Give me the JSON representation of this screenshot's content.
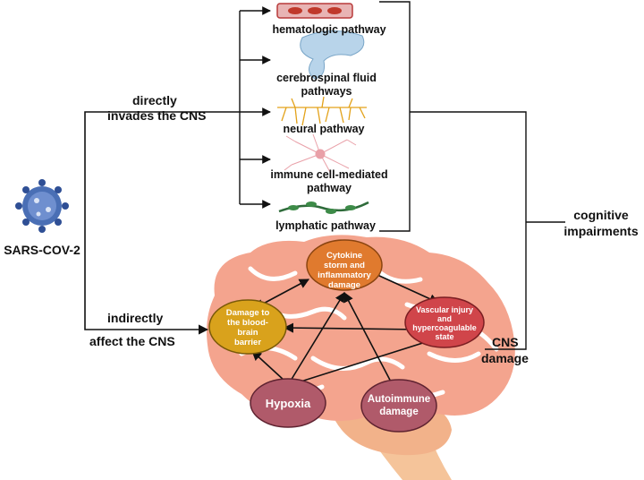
{
  "virus_label": "SARS-COV-2",
  "branch_direct": [
    "directly",
    "invades the CNS"
  ],
  "branch_indirect": [
    "indirectly",
    "affect the CNS"
  ],
  "pathways": [
    {
      "lines": [
        "hematologic pathway"
      ],
      "icon": "blood-vessel-icon"
    },
    {
      "lines": [
        "cerebrospinal fluid",
        "pathways"
      ],
      "icon": "ventricle-icon"
    },
    {
      "lines": [
        "neural pathway"
      ],
      "icon": "neuron-icon"
    },
    {
      "lines": [
        "immune cell-mediated",
        "pathway"
      ],
      "icon": "immune-cell-icon"
    },
    {
      "lines": [
        "lymphatic pathway"
      ],
      "icon": "lymph-vessel-icon"
    }
  ],
  "outcome": [
    "cognitive",
    "impairments"
  ],
  "cns_damage": [
    "CNS",
    "damage"
  ],
  "mechanisms": {
    "cytokine": [
      "Cytokine",
      "storm and",
      "inflammatory",
      "damage"
    ],
    "bbb": [
      "Damage to",
      "the blood-",
      "brain",
      "barrier"
    ],
    "vascular": [
      "Vascular injury",
      "and",
      "hypercoagulable",
      "state"
    ],
    "hypoxia": [
      "Hypoxia"
    ],
    "autoimmune": [
      "Autoimmune",
      "damage"
    ]
  },
  "colors": {
    "orange_node": "#e07a2e",
    "gold_node": "#d9a21c",
    "red_node": "#d0454a",
    "mauve_node": "#b05a6a",
    "brain": "#f4a48e",
    "brain_folds": "#ffffff",
    "brainstem": "#f5c49a",
    "virus": "#4a6fb5"
  }
}
